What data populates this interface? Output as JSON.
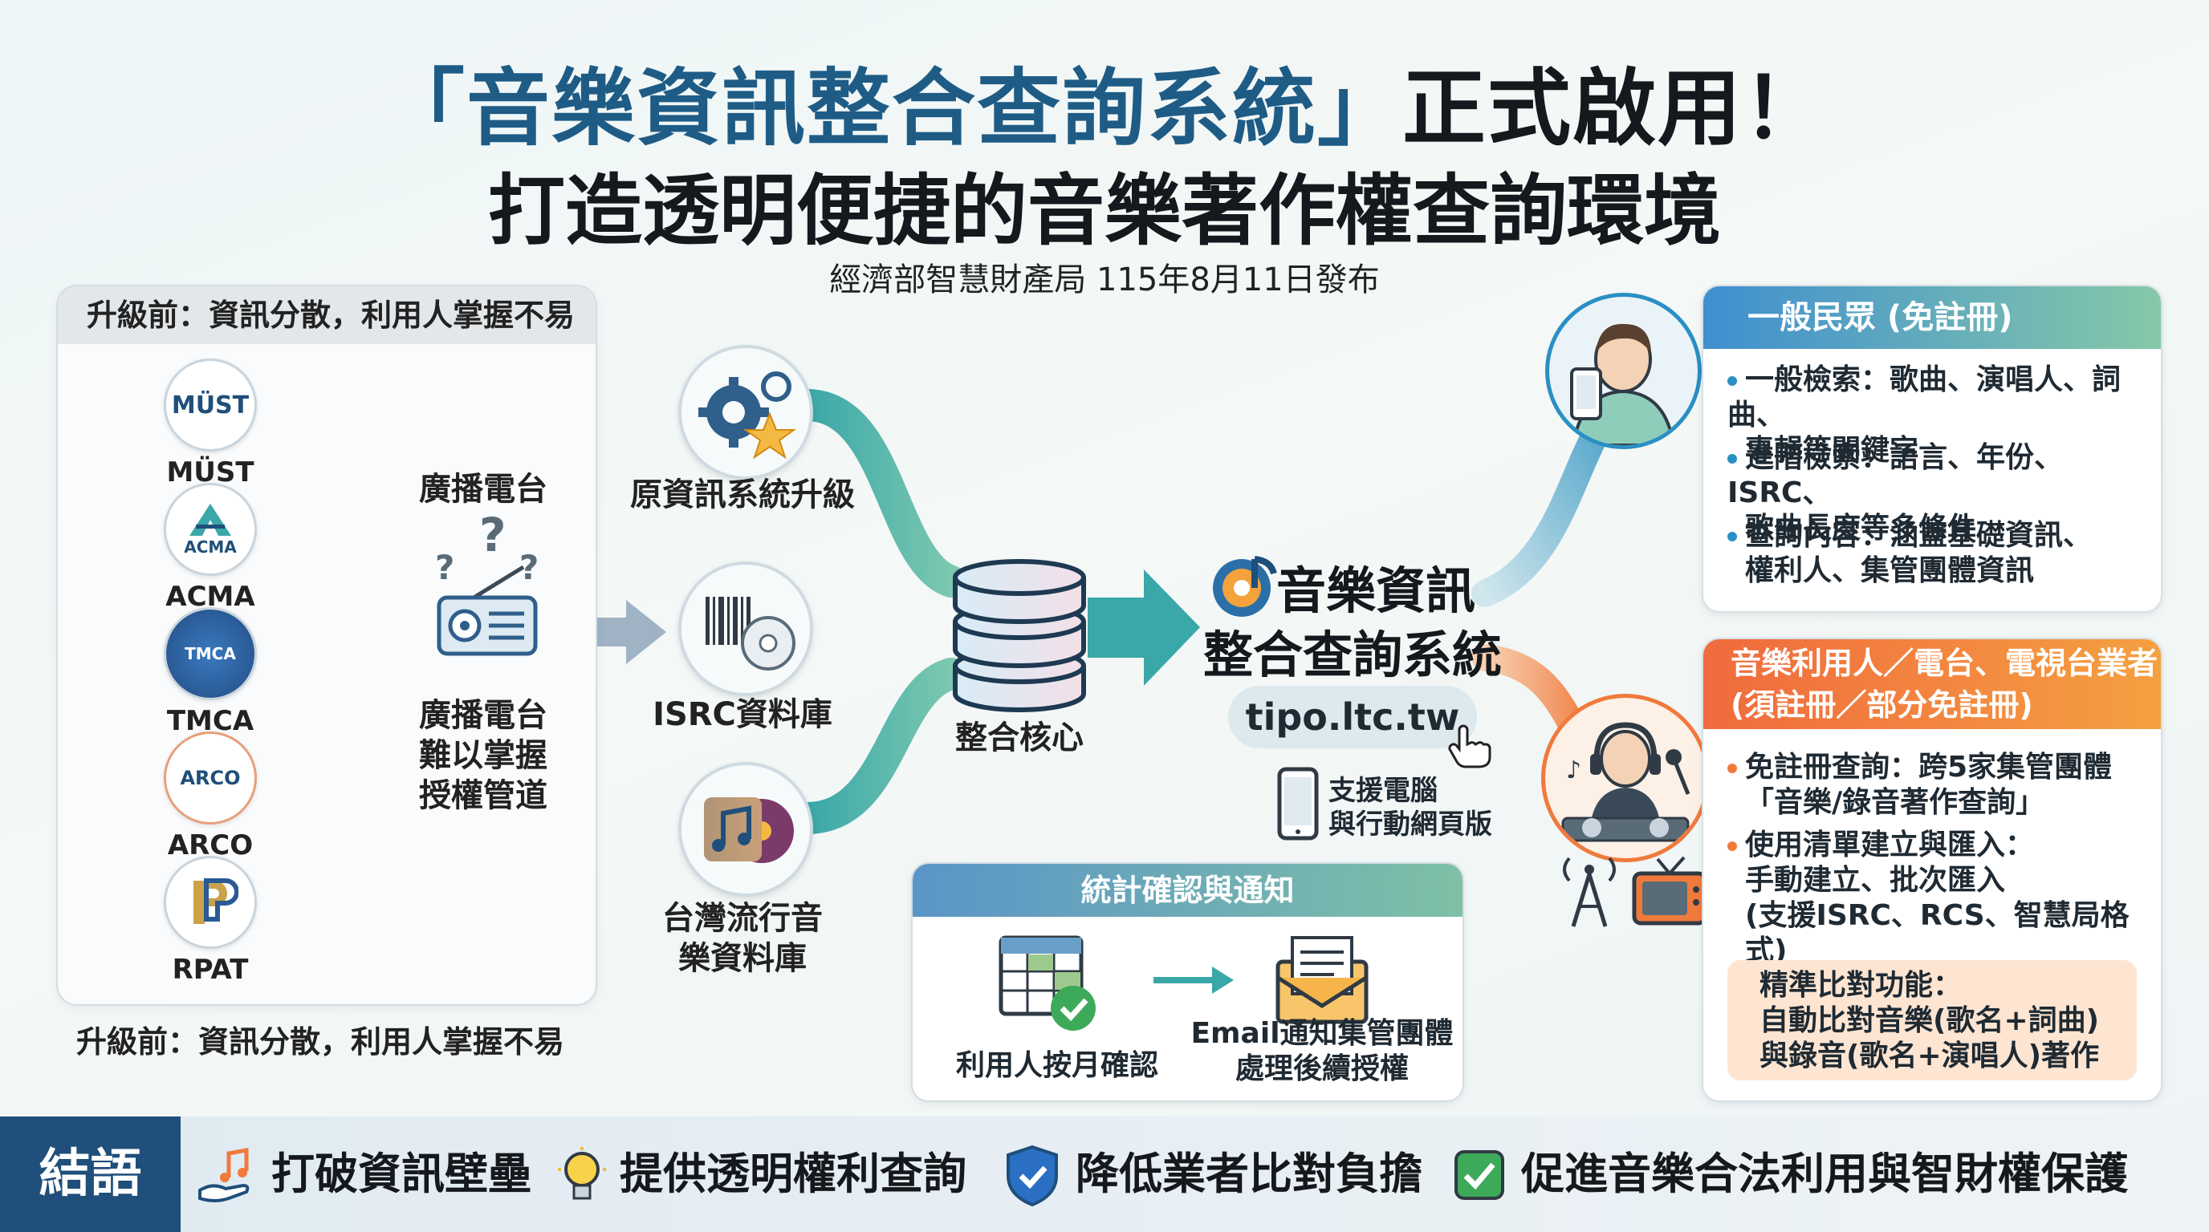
{
  "header": {
    "title_part1": "「音樂資訊整合查詢系統」",
    "title_part2": "正式啟用！",
    "title_line2": "打造透明便捷的音樂著作權查詢環境",
    "subtitle": "經濟部智慧財產局 115年8月11日發布"
  },
  "left_panel": {
    "heading": "升級前：資訊分散，利用人掌握不易",
    "orgs": [
      {
        "logo_text": "MÜST",
        "name": "MÜST"
      },
      {
        "logo_text": "ACMA",
        "name": "ACMA"
      },
      {
        "logo_text": "TMCA",
        "name": "TMCA"
      },
      {
        "logo_text": "ARCO",
        "name": "ARCO"
      },
      {
        "logo_text": "",
        "name": "RPAT"
      }
    ],
    "broadcaster_title": "廣播電台",
    "broadcaster_caption": [
      "廣播電台",
      "難以掌握",
      "授權管道"
    ],
    "caption_below": "升級前：資訊分散，利用人掌握不易"
  },
  "sources": [
    {
      "label": [
        "原資訊系統升級"
      ],
      "icon": "gear-star-icon"
    },
    {
      "label": [
        "ISRC資料庫"
      ],
      "icon": "barcode-disc-icon"
    },
    {
      "label": [
        "台灣流行音",
        "樂資料庫"
      ],
      "icon": "music-note-record-icon"
    }
  ],
  "core_label": "整合核心",
  "system": {
    "name_line1": "音樂資訊",
    "name_line2": "整合查詢系統",
    "url": "tipo.ltc.tw",
    "support": [
      "支援電腦",
      "與行動網頁版"
    ]
  },
  "stats": {
    "heading": "統計確認與通知",
    "step1": "利用人按月確認",
    "step2": [
      "Email通知集管團體",
      "處理後續授權"
    ]
  },
  "public_card": {
    "heading": "一般民眾 (免註冊)",
    "bullets": [
      [
        "一般檢索：歌曲、演唱人、詞曲、",
        "專輯等關鍵字"
      ],
      [
        "進階檢索：語言、年份、ISRC、",
        "歌曲長度等多條件"
      ],
      [
        "查詢內容：涵蓋基礎資訊、",
        "權利人、集管團體資訊"
      ]
    ]
  },
  "business_card": {
    "heading": [
      "音樂利用人／電台、電視台業者",
      "(須註冊／部分免註冊)"
    ],
    "bullets": [
      [
        "免註冊查詢：跨5家集管團體",
        "「音樂/錄音著作查詢」"
      ],
      [
        "使用清單建立與匯入：",
        "手動建立、批次匯入",
        "(支援ISRC、RCS、智慧局格式)"
      ]
    ],
    "precise": [
      "精準比對功能：",
      "自動比對音樂(歌名+詞曲)",
      "與錄音(歌名+演唱人)著作"
    ]
  },
  "footer": {
    "label": "結語",
    "items": [
      "打破資訊壁壘",
      "提供透明權利查詢",
      "降低業者比對負擔",
      "促進音樂合法利用與智財權保護"
    ]
  },
  "colors": {
    "title_blue": "#1e5c86",
    "teal": "#3aa7a8",
    "orange": "#f07a3c",
    "footer_blue": "#1f4f7a"
  }
}
